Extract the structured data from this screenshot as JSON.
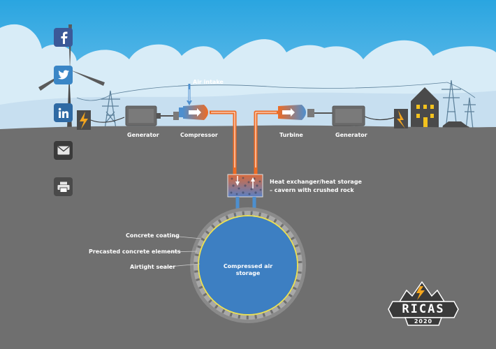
{
  "labels": {
    "air_intake": "Air intake",
    "generator_left": "Generator",
    "compressor": "Compressor",
    "turbine": "Turbine",
    "generator_right": "Generator",
    "heat_exchanger_line1": "Heat exchanger/heat storage",
    "heat_exchanger_line2": "– cavern with crushed rock",
    "concrete_coating": "Concrete coating",
    "precast_elements": "Precasted concrete elements",
    "airtight_sealer": "Airtight sealer",
    "storage_line1": "Compressed air",
    "storage_line2": "storage"
  },
  "logo": {
    "name": "RICAS",
    "year": "2020"
  },
  "share_buttons": [
    {
      "id": "facebook",
      "icon": "facebook-icon",
      "color": "#3b5998"
    },
    {
      "id": "twitter",
      "icon": "twitter-icon",
      "color": "#3a86c6"
    },
    {
      "id": "linkedin",
      "icon": "linkedin-icon",
      "color": "#2f6aa4"
    },
    {
      "id": "email",
      "icon": "envelope-icon",
      "color": "#3a3a3a"
    },
    {
      "id": "print",
      "icon": "printer-icon",
      "color": "#4a4a4a"
    }
  ],
  "colors": {
    "sky": "#29a6e1",
    "ground": "#6f6f6f",
    "hot_pipe": "#ee6b24",
    "cold_pipe": "#4d8fcf",
    "storage": "#3d7fc2",
    "sealer": "#e8e05a",
    "logo_accent": "#f3a51e"
  }
}
